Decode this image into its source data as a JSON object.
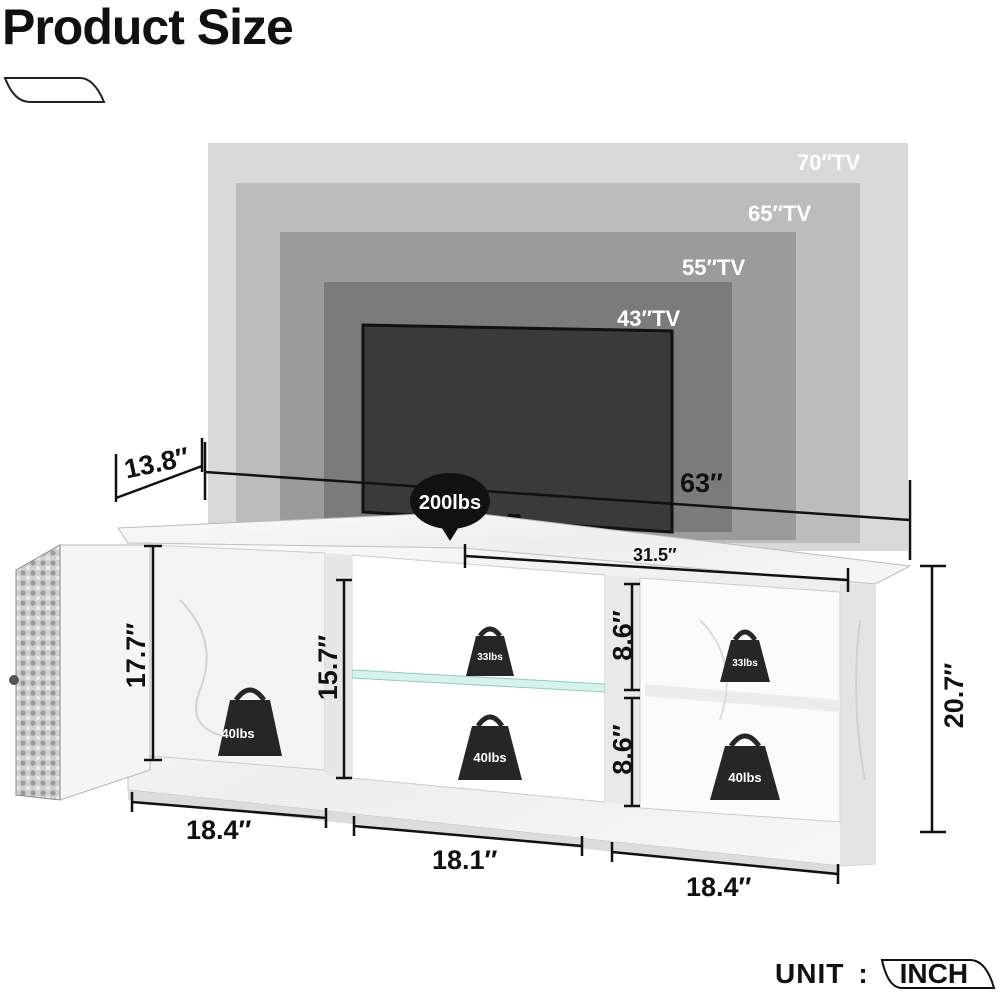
{
  "header": {
    "title": "Product Size"
  },
  "tv_sizes": [
    {
      "label": "70″TV"
    },
    {
      "label": "65″TV"
    },
    {
      "label": "55″TV"
    },
    {
      "label": "43″TV"
    }
  ],
  "load": {
    "top": "200lbs"
  },
  "dimensions": {
    "depth": "13.8″",
    "total_width": "63″",
    "half_width": "31.5″",
    "height": "20.7″",
    "cabinet_height": "17.7″",
    "center_height": "15.7″",
    "right_upper": "8.6″",
    "right_lower": "8.6″",
    "left_width": "18.4″",
    "center_width": "18.1″",
    "right_width": "18.4″"
  },
  "weights": {
    "left_cabinet": "40lbs",
    "center_shelf": "33lbs",
    "center_bottom": "40lbs",
    "right_shelf": "33lbs",
    "right_bottom": "40lbs"
  },
  "unit": {
    "label": "UNIT",
    "separator": ":",
    "value": "INCH"
  },
  "colors": {
    "tv_70": "#d9d9d9",
    "tv_65": "#bcbcbc",
    "tv_55": "#9b9b9b",
    "tv_43": "#7b7b7b",
    "screen": "#3a3a3a",
    "marble": "#f2f2f2",
    "weight": "#262626"
  }
}
